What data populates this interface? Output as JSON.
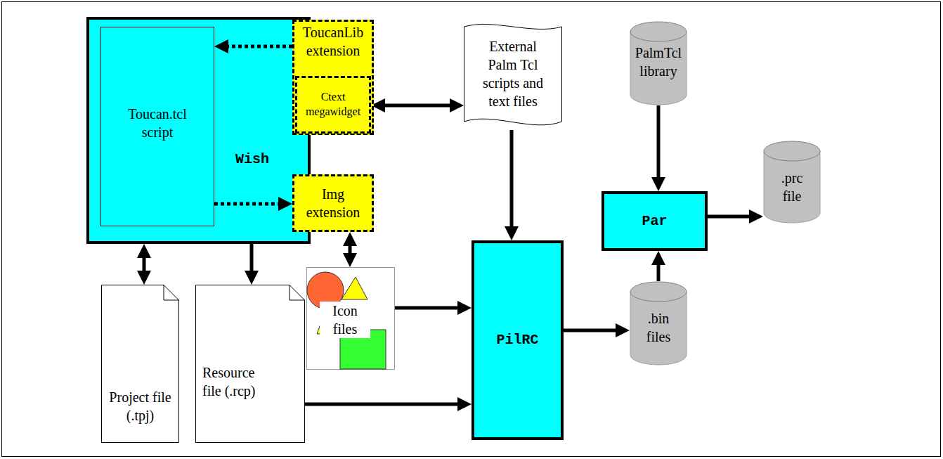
{
  "diagram": {
    "nodes": [
      {
        "text": [
          "Wish"
        ]
      },
      {
        "text": [
          "Toucan.tcl script"
        ],
        "in": 0
      },
      {
        "text": [
          "ToucanLib extension"
        ],
        "in": 0
      },
      {
        "text": [
          "Ctext megawidget"
        ],
        "in": 2
      },
      {
        "text": [
          "Img extension"
        ],
        "in": 0
      },
      {
        "text": [
          "External Palm Tcl scripts and text files"
        ]
      },
      {
        "text": [
          "PalmTcl library"
        ]
      },
      {
        "text": [
          "Par"
        ]
      },
      {
        "text": [
          ".prc file"
        ]
      },
      {
        "text": [
          "Icon files"
        ]
      },
      {
        "text": [
          "PilRC"
        ]
      },
      {
        "text": [
          ".bin files"
        ]
      },
      {
        "text": [
          "Project file (.tpj)"
        ]
      },
      {
        "text": [
          "Resource file (.rcp)"
        ]
      }
    ],
    "edges": [
      {
        "from": 2,
        "to": 1,
        "arrow": "to"
      },
      {
        "from": 1,
        "to": 4,
        "arrow": "to"
      },
      {
        "from": 3,
        "to": 5,
        "arrow": "both"
      },
      {
        "from": 4,
        "to": 9,
        "arrow": "both"
      },
      {
        "from": 0,
        "to": 12,
        "arrow": "both"
      },
      {
        "from": 0,
        "to": 13,
        "arrow": "to"
      },
      {
        "from": 5,
        "to": 10,
        "arrow": "to"
      },
      {
        "from": 9,
        "to": 10,
        "arrow": "to"
      },
      {
        "from": 13,
        "to": 10,
        "arrow": "to"
      },
      {
        "from": 10,
        "to": 11,
        "arrow": "to"
      },
      {
        "from": 11,
        "to": 7,
        "arrow": "to"
      },
      {
        "from": 6,
        "to": 7,
        "arrow": "to"
      },
      {
        "from": 7,
        "to": 8,
        "arrow": "to"
      }
    ]
  }
}
